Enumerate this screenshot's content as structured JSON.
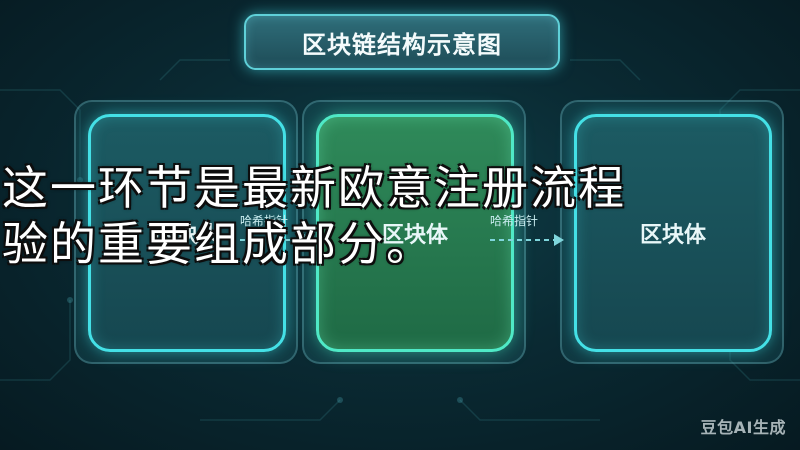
{
  "title": "区块链结构示意图",
  "blocks": [
    {
      "label": "区块头"
    },
    {
      "label": "区块体"
    },
    {
      "label": "区块体"
    }
  ],
  "connectors": [
    {
      "label": "哈希指针"
    },
    {
      "label": "哈希指针"
    }
  ],
  "caption": {
    "line1": "这一环节是最新欧意注册流程",
    "line2": "验的重要组成部分。"
  },
  "watermark": "豆包AI生成",
  "colors": {
    "accent": "#44e0e6",
    "middle_block": "#2f8a5a",
    "background": "#0a2a33"
  }
}
